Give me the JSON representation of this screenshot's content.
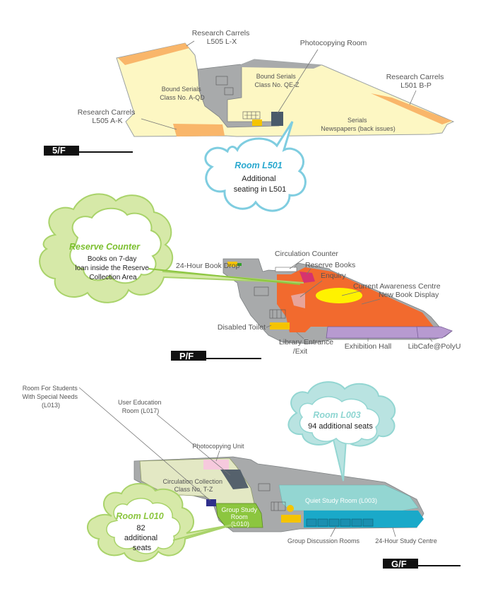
{
  "colors": {
    "serials_area": "#fdf7c3",
    "research_strip": "#f9b66a",
    "core_gray": "#a8aaab",
    "orange_area": "#f26a2e",
    "yellow_oval": "#fff200",
    "exhibition_purple": "#b79ad0",
    "quiet_teal": "#93d6d2",
    "study_blue": "#1aa9c9",
    "circ_green": "#e3e8c4",
    "group_green": "#8cc63f",
    "bubble_blue_outline": "#7fcde0",
    "bubble_green_outline": "#a9d36a",
    "bubble_green_fill": "#d6e9a8",
    "bubble_teal_fill": "#b9e3e1",
    "floor_tag": "#111111"
  },
  "floors": {
    "f5": {
      "tag": "5/F",
      "labels": {
        "research_lx": [
          "Research Carrels",
          "L505 L-X"
        ],
        "photocopy": "Photocopying Room",
        "bound_aqd": [
          "Bound Serials",
          "Class No. A-QD"
        ],
        "bound_qez": [
          "Bound Serials",
          "Class No. QE-Z"
        ],
        "research_bp": [
          "Research Carrels",
          "L501 B-P"
        ],
        "research_ak": [
          "Research Carrels",
          "L505 A-K"
        ],
        "serials": [
          "Serials",
          "Newspapers (back issues)"
        ]
      },
      "bubble": {
        "title": "Room L501",
        "lines": [
          "Additional",
          "seating in L501"
        ]
      }
    },
    "pf": {
      "tag": "P/F",
      "labels": {
        "book_drop": "24-Hour Book Drop",
        "circulation": "Circulation Counter",
        "reserve_books": "Reserve Books",
        "enquiry": "Enquiry",
        "current_awareness": "Current Awareness Centre",
        "new_book": "New Book Display",
        "disabled_toilet": "Disabled Toilet",
        "library_entrance": [
          "Library Entrance",
          "/Exit"
        ],
        "exhibition": "Exhibition Hall",
        "libcafe": "LibCafe@PolyU"
      },
      "bubble": {
        "title": "Reserve Counter",
        "lines": [
          "Books on 7-day",
          "loan inside the Reserve",
          "Collection Area"
        ]
      }
    },
    "gf": {
      "tag": "G/F",
      "labels": {
        "special_needs": [
          "Room For Students",
          "With Special Needs",
          "(L013)"
        ],
        "user_education": [
          "User Education",
          "Room (L017)"
        ],
        "photocopy_unit": "Photocopying Unit",
        "circ_collection": [
          "Circulation Collection",
          "Class No. T-Z"
        ],
        "quiet_study": "Quiet Study Room (L003)",
        "group_study": [
          "Group Study",
          "Room",
          "(L010)"
        ],
        "group_discussion": "Group Discussion Rooms",
        "study_centre": "24-Hour Study Centre"
      },
      "bubble_l003": {
        "title": "Room L003",
        "lines": [
          "94 additional seats"
        ]
      },
      "bubble_l010": {
        "title": "Room L010",
        "lines": [
          "82",
          "additional",
          "seats"
        ]
      }
    }
  }
}
